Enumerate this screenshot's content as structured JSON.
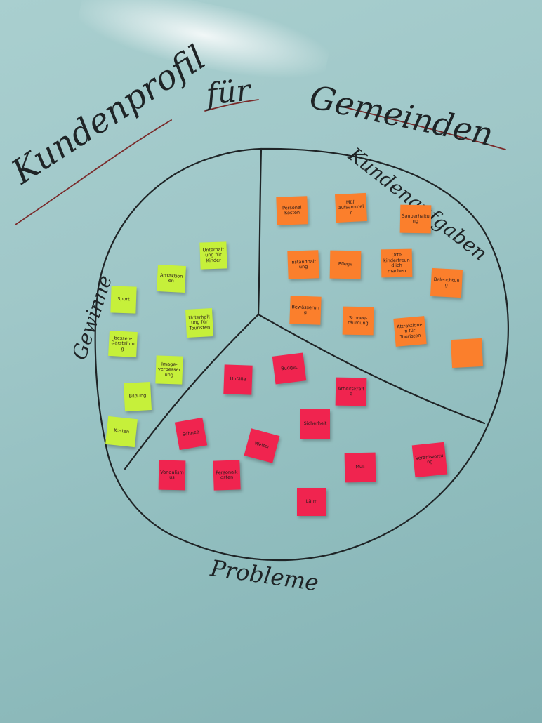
{
  "board": {
    "title_part1": "Kundenprofil",
    "title_part2": "für",
    "title_part3": "Gemeinden",
    "section_tasks": "Kundenaufgaben",
    "section_gains": "Gewinne",
    "section_problems": "Probleme"
  },
  "colors": {
    "orange": "#fb7f2c",
    "green": "#c6f03a",
    "red": "#f0244f",
    "ink": "#1f2426"
  },
  "notes": {
    "tasks": [
      {
        "label": "Personal Kosten"
      },
      {
        "label": "Müll aufsammeln"
      },
      {
        "label": "Sauberhaltung"
      },
      {
        "label": "Instandhaltung"
      },
      {
        "label": "Pflege"
      },
      {
        "label": "Orte kinderfreundlich machen"
      },
      {
        "label": "Beleuchtung"
      },
      {
        "label": "Bewässerung"
      },
      {
        "label": "Schnee-räumung"
      },
      {
        "label": "Attraktionen für Touristen"
      }
    ],
    "gains": [
      {
        "label": "Unterhaltung für Kinder"
      },
      {
        "label": "Attraktionen"
      },
      {
        "label": "Sport"
      },
      {
        "label": "Unterhaltung für Touristen"
      },
      {
        "label": "bessere Darstellung"
      },
      {
        "label": "Image-verbesserung"
      },
      {
        "label": "Bildung"
      },
      {
        "label": "Kosten"
      }
    ],
    "problems": [
      {
        "label": "Budget"
      },
      {
        "label": "Unfälle"
      },
      {
        "label": "Arbeitskräfte"
      },
      {
        "label": "Sicherheit"
      },
      {
        "label": "Schnee"
      },
      {
        "label": "Vandalismus"
      },
      {
        "label": "Personalkosten"
      },
      {
        "label": "Wetter"
      },
      {
        "label": "Müll"
      },
      {
        "label": "Verantwortung"
      },
      {
        "label": "Lärm"
      }
    ]
  }
}
